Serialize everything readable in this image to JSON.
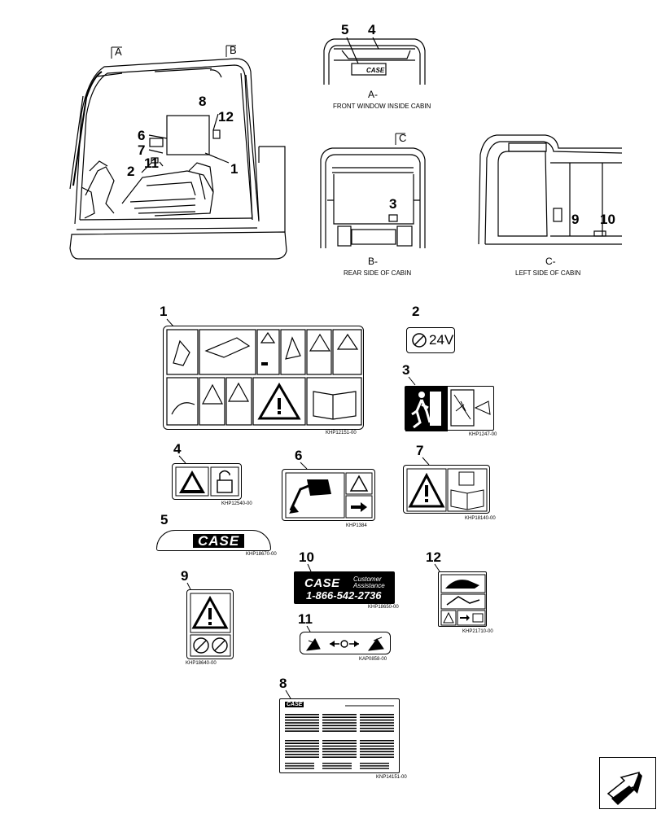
{
  "view_markers": {
    "a": "A",
    "b": "B",
    "c": "C"
  },
  "main_view_callouts": [
    "8",
    "12",
    "6",
    "7",
    "2",
    "11",
    "1"
  ],
  "view_a": {
    "callouts": [
      "5",
      "4"
    ],
    "letter": "A-",
    "caption": "FRONT WINDOW INSIDE CABIN",
    "logo_text": "CASE"
  },
  "view_b": {
    "callouts": [
      "3"
    ],
    "letter": "B-",
    "caption": "REAR SIDE OF CABIN"
  },
  "view_c": {
    "callouts": [
      "9",
      "10"
    ],
    "letter": "C-",
    "caption": "LEFT SIDE OF CABIN"
  },
  "decals": {
    "d1": {
      "num": "1",
      "pn": "KHP12151-00"
    },
    "d2": {
      "num": "2",
      "text": "24V"
    },
    "d3": {
      "num": "3",
      "pn": "KHP1247-00"
    },
    "d4": {
      "num": "4",
      "pn": "KHP12540-00"
    },
    "d5": {
      "num": "5",
      "logo": "CASE",
      "pn": "KHP18670-00"
    },
    "d6": {
      "num": "6",
      "pn": "KHP1384"
    },
    "d7": {
      "num": "7",
      "pn": "KHP18140-00"
    },
    "d8": {
      "num": "8",
      "brand": "CASE",
      "pn": "KNP14151-00"
    },
    "d9": {
      "num": "9",
      "pn": "KHP18640-00"
    },
    "d10": {
      "num": "10",
      "logo": "CASE",
      "line1": "Customer",
      "line2": "Assistance",
      "phone": "1-866-542-2736",
      "pn": "KHP18650-00"
    },
    "d11": {
      "num": "11",
      "pn": "KAP0858-00"
    },
    "d12": {
      "num": "12",
      "pn": "KHP21710-00"
    }
  },
  "nav": {
    "icon": "next-page-arrow-icon"
  }
}
